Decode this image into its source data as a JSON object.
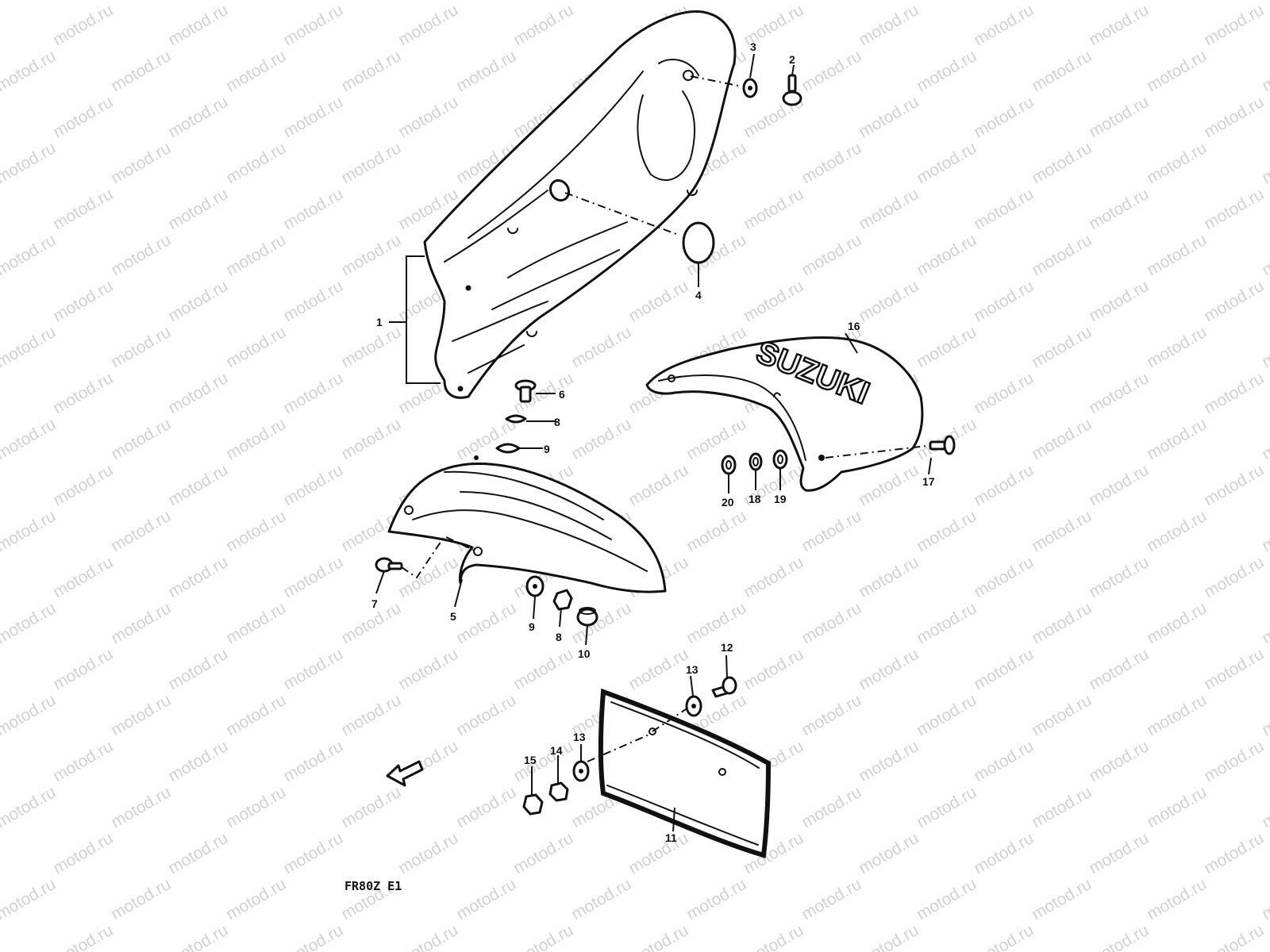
{
  "diagram": {
    "drawing_code": "FR80Z E1",
    "watermark": "motod.ru",
    "logo_text": "SUZUKI",
    "callouts": [
      "1",
      "2",
      "3",
      "4",
      "5",
      "6",
      "7",
      "8",
      "9",
      "10",
      "11",
      "12",
      "13",
      "14",
      "15",
      "16",
      "17",
      "18",
      "19",
      "20"
    ]
  },
  "colors": {
    "line": "#111111",
    "background": "#ffffff",
    "watermark": "#9a9a9a"
  },
  "icons": {
    "direction_arrow": "front-direction-arrow-icon"
  }
}
